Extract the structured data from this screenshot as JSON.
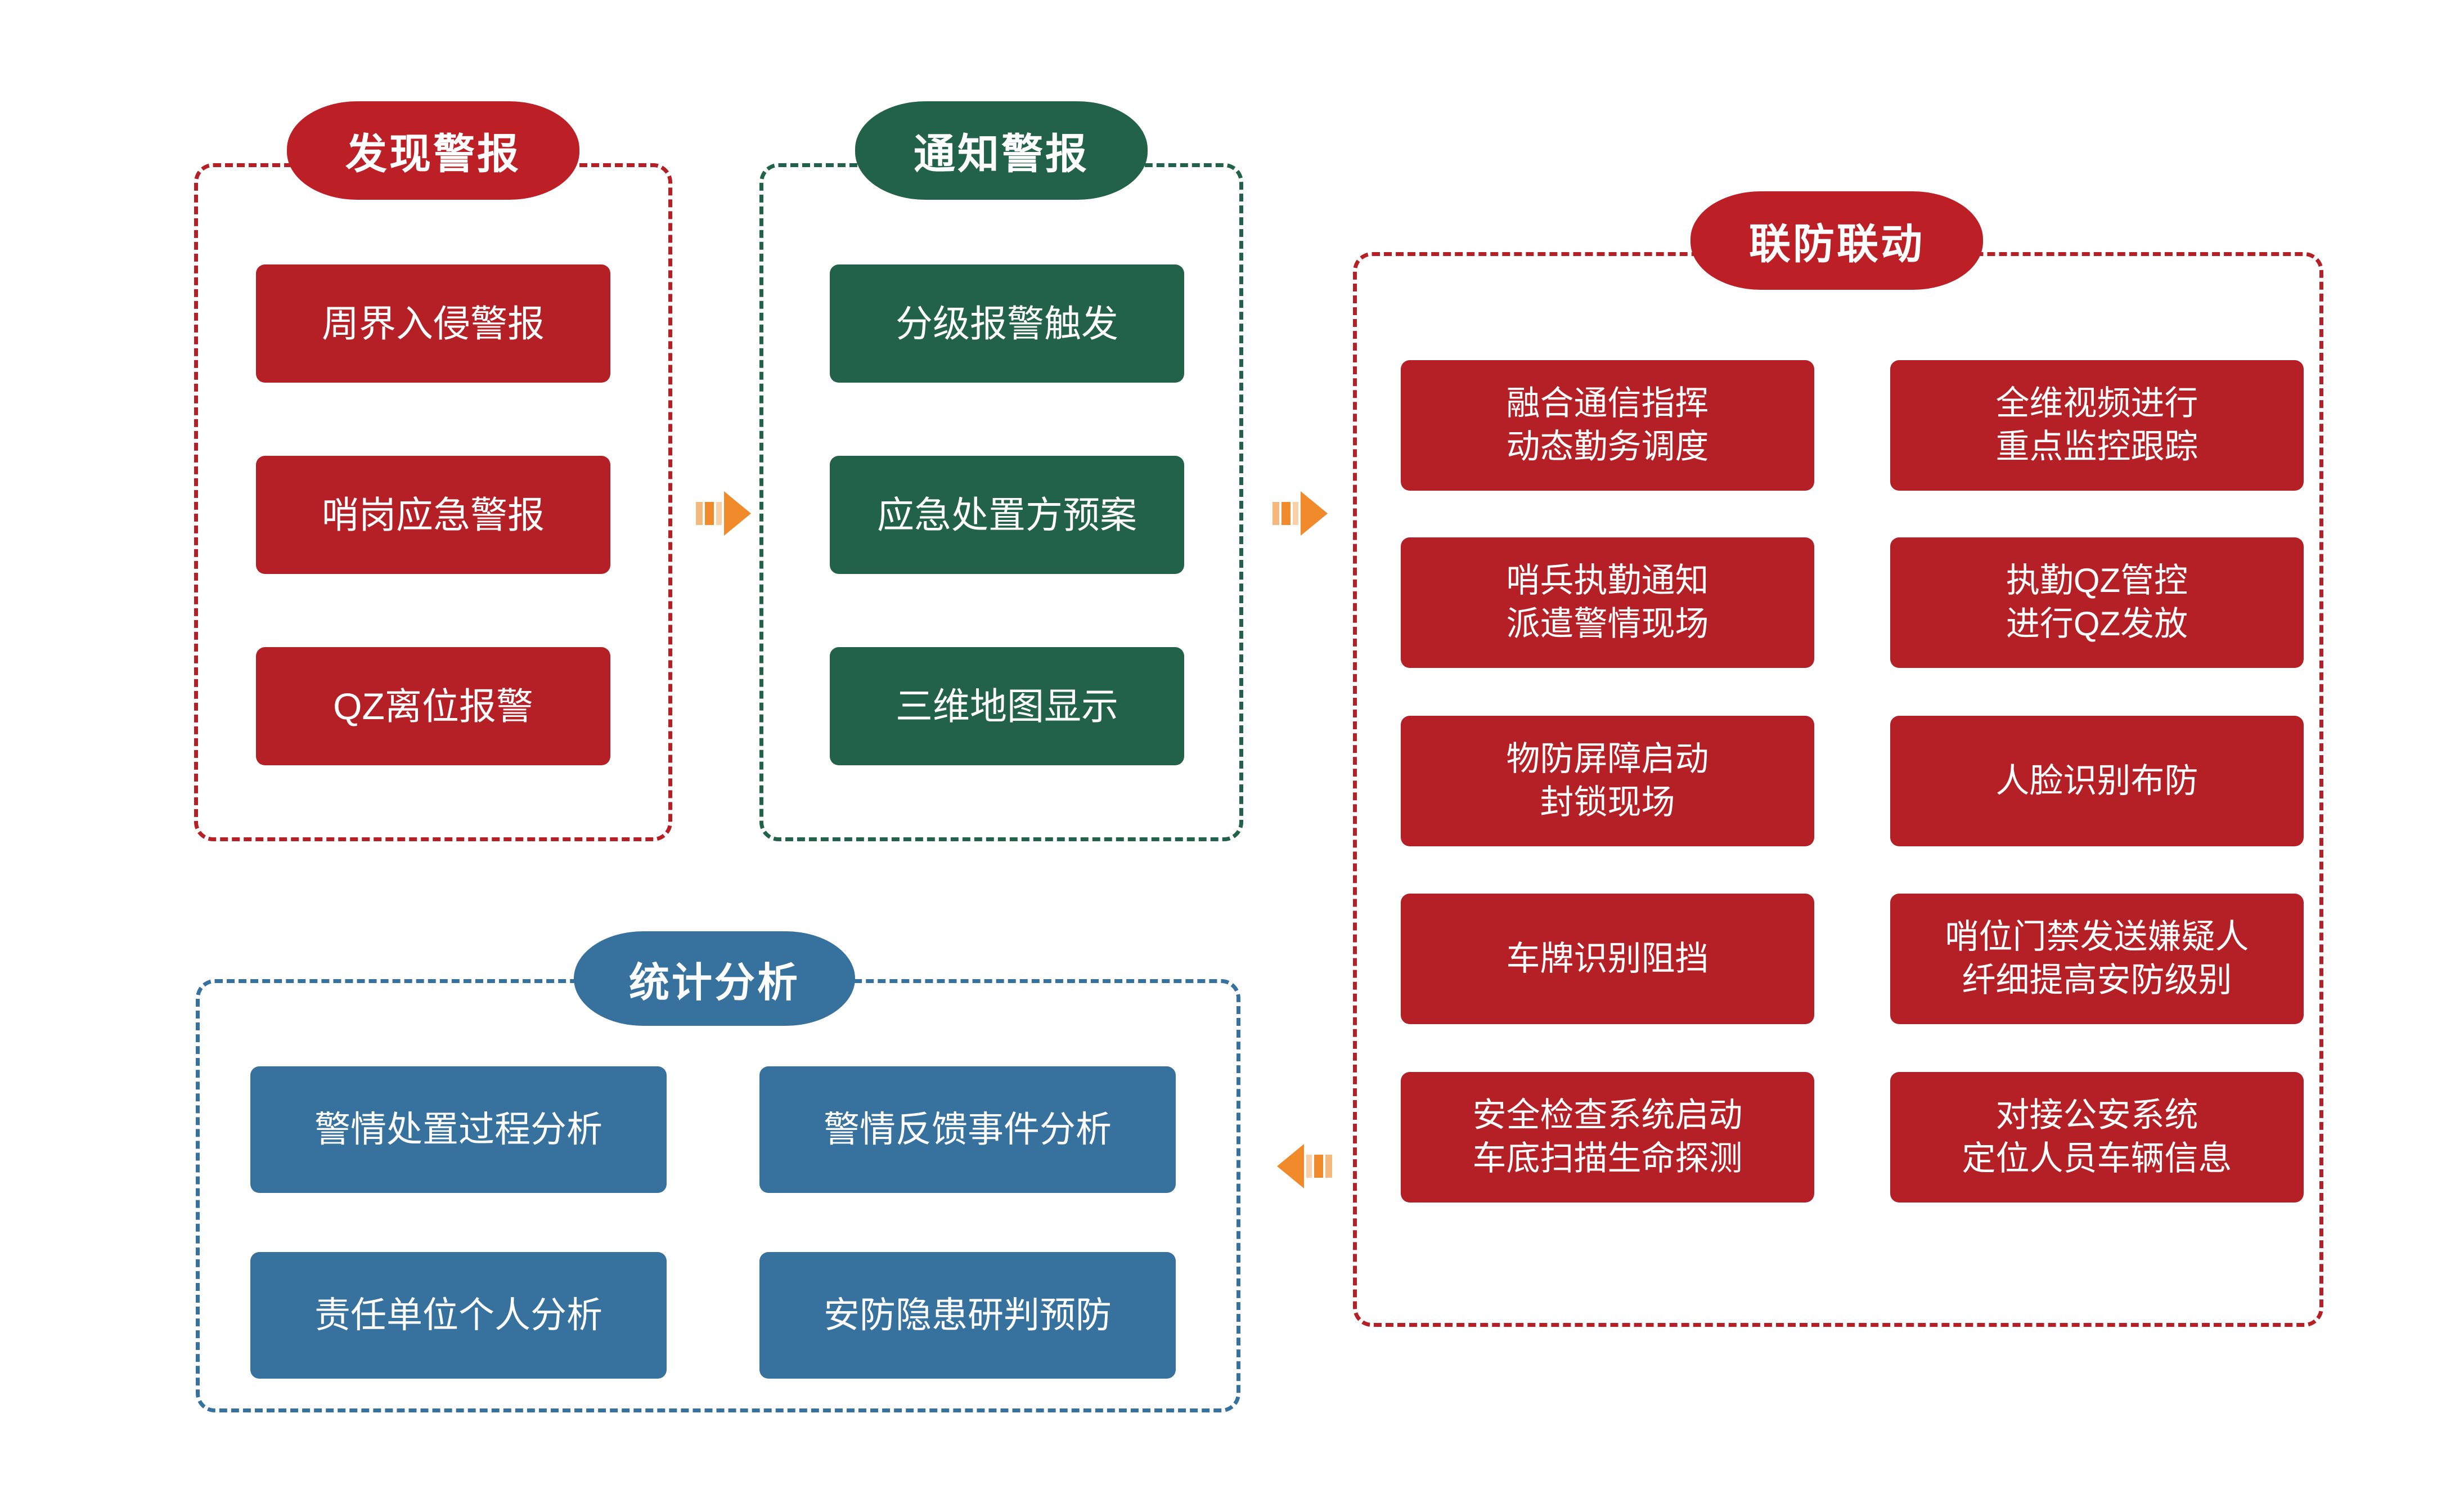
{
  "colors": {
    "red": "#B51F26",
    "pill_red": "#BC2026",
    "green": "#23624A",
    "blue": "#37719E",
    "arrow_orange": "#F08A2B",
    "arrow_orange_light": "#F6B97D",
    "background": "#FFFFFF"
  },
  "panels": [
    {
      "id": "discover-alarm",
      "title": "发现警报",
      "color": "red",
      "items": [
        "周界入侵警报",
        "哨岗应急警报",
        "QZ离位报警"
      ]
    },
    {
      "id": "notify-alarm",
      "title": "通知警报",
      "color": "green",
      "items": [
        "分级报警触发",
        "应急处置方预案",
        "三维地图显示"
      ]
    },
    {
      "id": "joint-defense",
      "title": "联防联动",
      "color": "red",
      "items_left": [
        "融合通信指挥\n动态勤务调度",
        "哨兵执勤通知\n派遣警情现场",
        "物防屏障启动\n封锁现场",
        "车牌识别阻挡",
        "安全检查系统启动\n车底扫描生命探测"
      ],
      "items_right": [
        "全维视频进行\n重点监控跟踪",
        "执勤QZ管控\n进行QZ发放",
        "人脸识别布防",
        "哨位门禁发送嫌疑人\n纤细提高安防级别",
        "对接公安系统\n定位人员车辆信息"
      ]
    },
    {
      "id": "statistical-analysis",
      "title": "统计分析",
      "color": "blue",
      "items_left": [
        "警情处置过程分析",
        "责任单位个人分析"
      ],
      "items_right": [
        "警情反馈事件分析",
        "安防隐患研判预防"
      ]
    }
  ],
  "arrows": [
    {
      "id": "arrow-discover-to-notify",
      "direction": "right"
    },
    {
      "id": "arrow-notify-to-joint",
      "direction": "right"
    },
    {
      "id": "arrow-joint-to-stats",
      "direction": "left"
    }
  ]
}
